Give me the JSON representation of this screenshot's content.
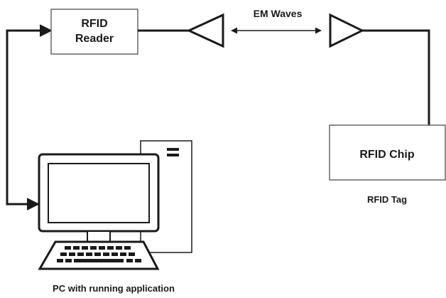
{
  "diagram": {
    "reader": {
      "line1": "RFID",
      "line2": "Reader"
    },
    "em_waves": "EM Waves",
    "chip": "RFID Chip",
    "tag_label": "RFID Tag",
    "pc_label": "PC with running application"
  },
  "colors": {
    "stroke": "#1a1a1a",
    "box_border": "#666666",
    "box_fill": "#ffffff"
  }
}
